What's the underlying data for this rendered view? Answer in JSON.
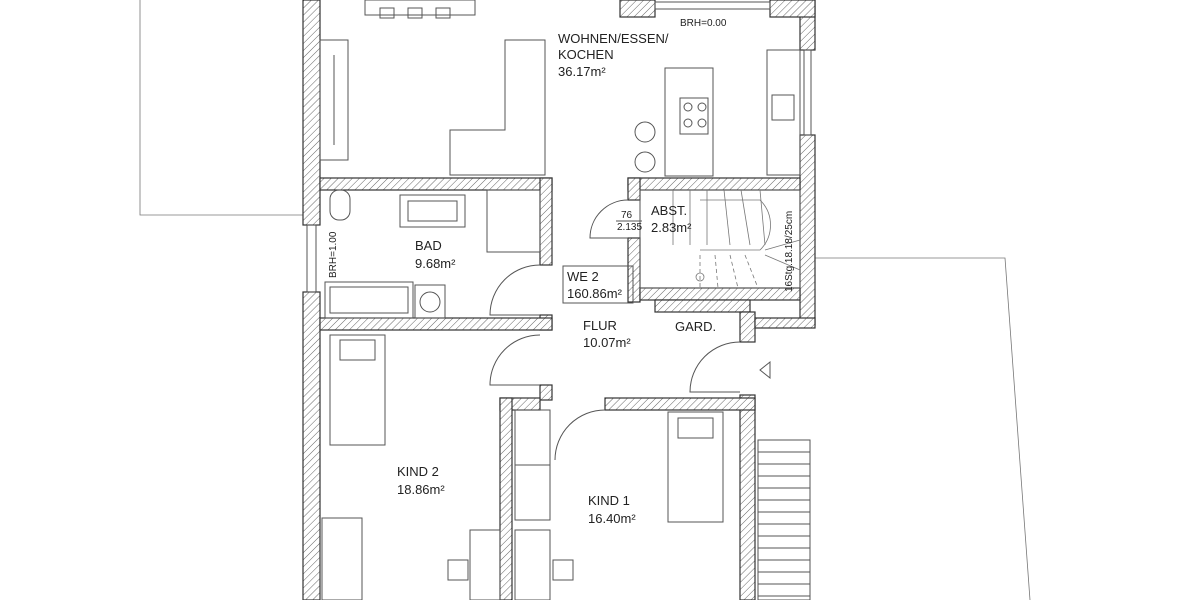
{
  "rooms": [
    {
      "name": "WOHNEN/ESSEN/",
      "name2": "KOCHEN",
      "area": "36.17m²"
    },
    {
      "name": "BAD",
      "area": "9.68m²"
    },
    {
      "name": "ABST.",
      "area": "2.83m²"
    },
    {
      "name": "FLUR",
      "area": "10.07m²"
    },
    {
      "name": "GARD."
    },
    {
      "name": "KIND 2",
      "area": "18.86m²"
    },
    {
      "name": "KIND 1",
      "area": "16.40m²"
    }
  ],
  "unit": {
    "name": "WE 2",
    "area": "160.86m²"
  },
  "annotations": {
    "brh_top": "BRH=0.00",
    "brh_bad": "BRH=1.00",
    "door_dim_top": "76",
    "door_dim_bottom": "2.135",
    "stair": "16Stg.18.18/25cm"
  }
}
